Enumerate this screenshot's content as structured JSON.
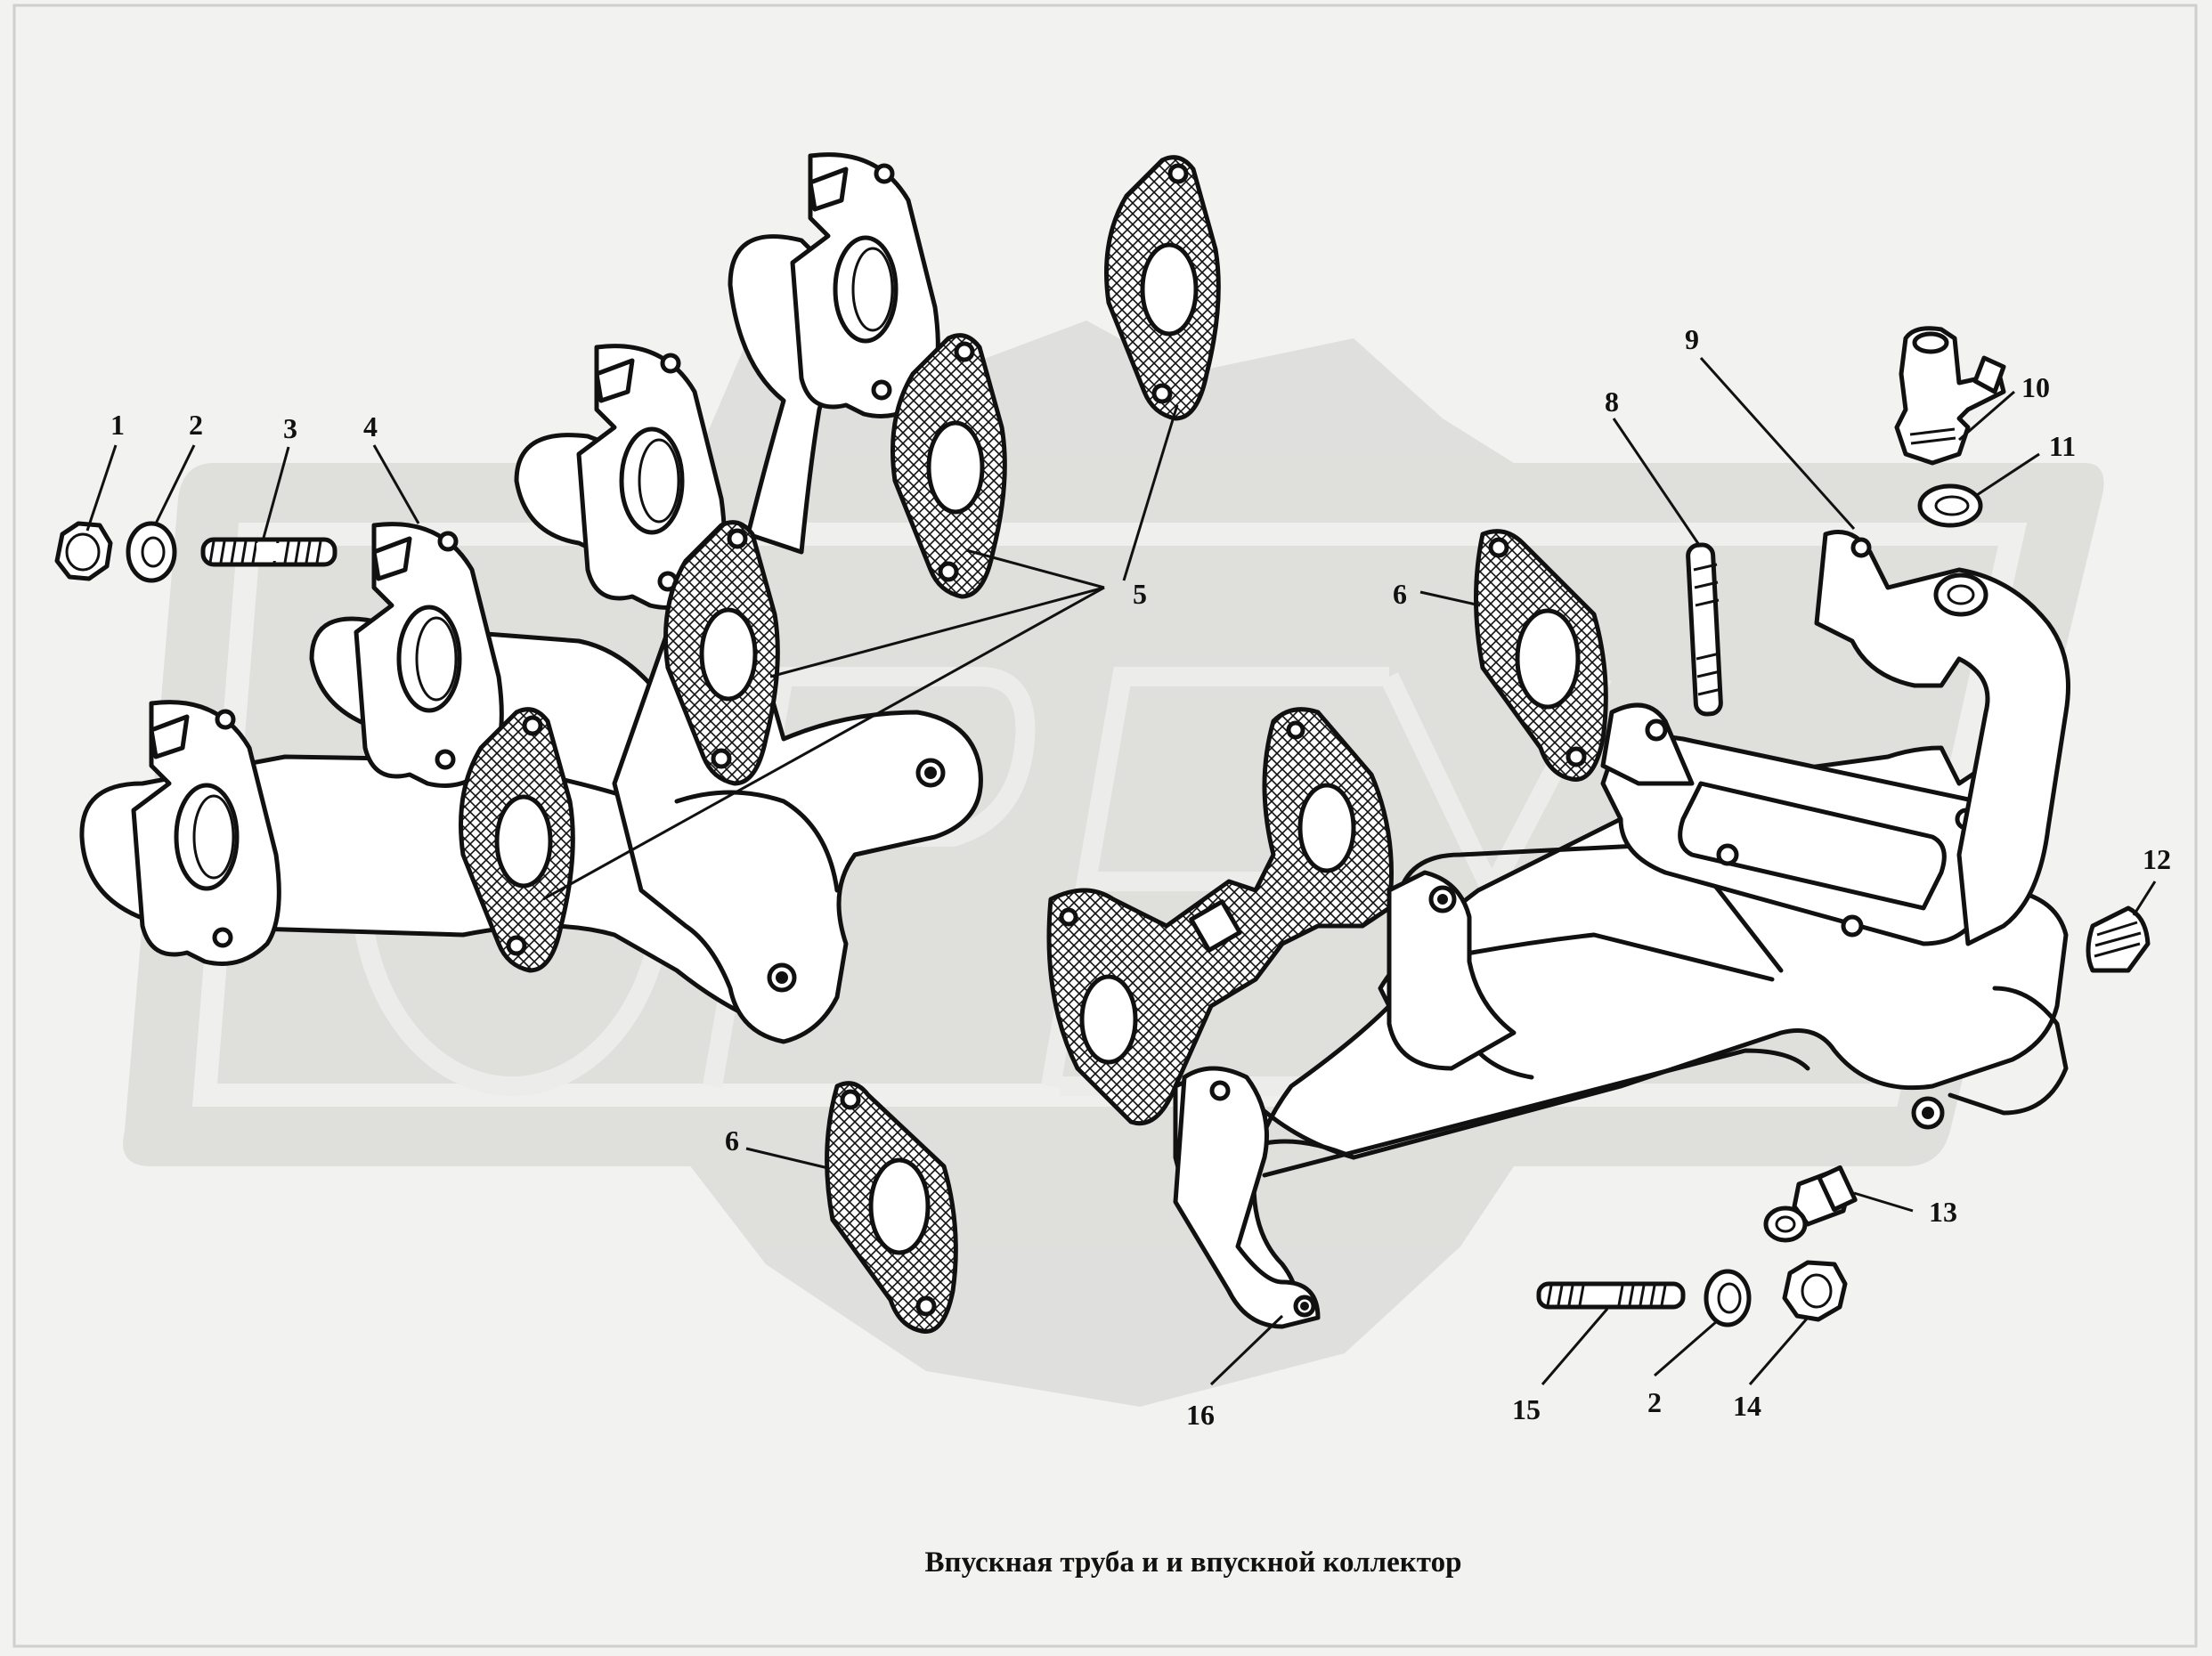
{
  "caption": "Впускная труба и и впускной коллектор",
  "watermark_text": "OPEX",
  "colors": {
    "background": "#f2f2f0",
    "line": "#111111",
    "watermark": "#d9d9d6"
  },
  "callouts": [
    {
      "id": "c1",
      "text": "1"
    },
    {
      "id": "c2a",
      "text": "2"
    },
    {
      "id": "c3",
      "text": "3"
    },
    {
      "id": "c4",
      "text": "4"
    },
    {
      "id": "c5",
      "text": "5"
    },
    {
      "id": "c6a",
      "text": "6"
    },
    {
      "id": "c6b",
      "text": "6"
    },
    {
      "id": "c8",
      "text": "8"
    },
    {
      "id": "c9",
      "text": "9"
    },
    {
      "id": "c10",
      "text": "10"
    },
    {
      "id": "c11",
      "text": "11"
    },
    {
      "id": "c12",
      "text": "12"
    },
    {
      "id": "c13",
      "text": "13"
    },
    {
      "id": "c14",
      "text": "14"
    },
    {
      "id": "c15",
      "text": "15"
    },
    {
      "id": "c16",
      "text": "16"
    },
    {
      "id": "c2b",
      "text": "2"
    }
  ]
}
